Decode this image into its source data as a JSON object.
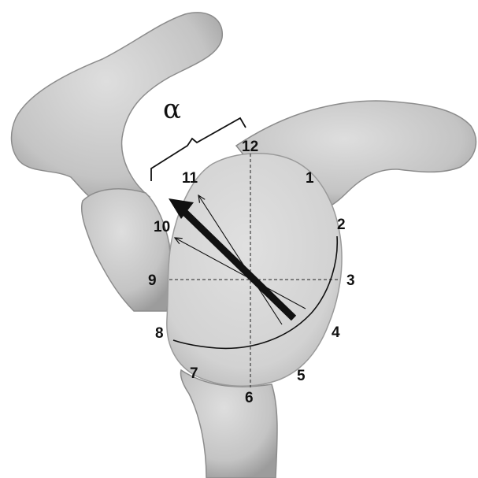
{
  "figure": {
    "angle_symbol": "α",
    "clock_positions": [
      {
        "id": "12",
        "text": "12"
      },
      {
        "id": "1",
        "text": "1"
      },
      {
        "id": "2",
        "text": "2"
      },
      {
        "id": "3",
        "text": "3"
      },
      {
        "id": "4",
        "text": "4"
      },
      {
        "id": "5",
        "text": "5"
      },
      {
        "id": "6",
        "text": "6"
      },
      {
        "id": "7",
        "text": "7"
      },
      {
        "id": "8",
        "text": "8"
      },
      {
        "id": "9",
        "text": "9"
      },
      {
        "id": "10",
        "text": "10"
      },
      {
        "id": "11",
        "text": "11"
      }
    ]
  },
  "colors": {
    "background": "#ffffff",
    "bone": "#c8c8c8",
    "bone_shadow": "#9a9a9a",
    "glenoid": "#d6d6d6",
    "ink": "#111111"
  }
}
